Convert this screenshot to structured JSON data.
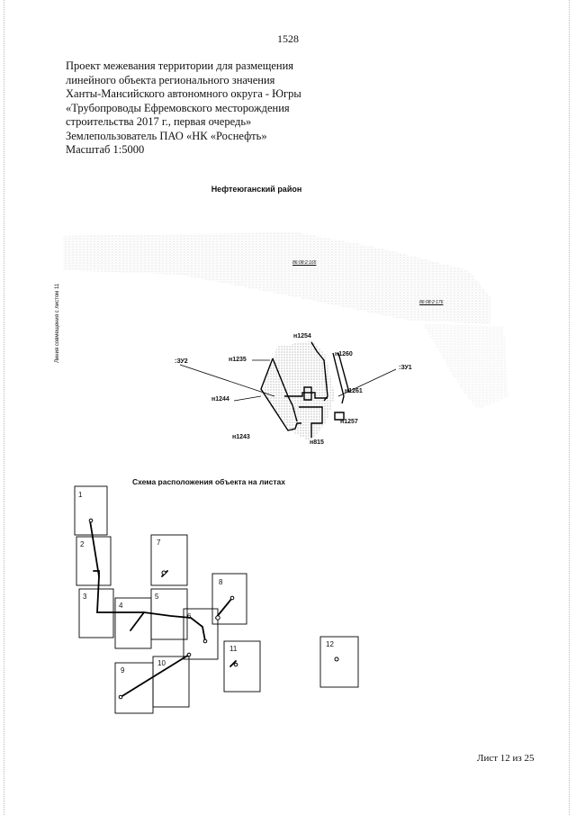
{
  "page_number": "1528",
  "title_lines": [
    "Проект межевания территории для размещения",
    "линейного объекта регионального значения",
    "Ханты-Мансийского автономного округа - Югры",
    "«Трубопроводы Ефремовского месторождения",
    "строительства 2017 г., первая очередь»",
    "Землепользователь ПАО «НК «Роснефть»",
    "Масштаб 1:5000"
  ],
  "district": "Нефтеюганский район",
  "side_label": "Линия совмещения с листом 11",
  "cadastral": [
    "86:08:2:165",
    "86:08:2:176"
  ],
  "points": {
    "p1254": "н1254",
    "p1260": "н1260",
    "p1235": "н1235",
    "p1244": "н1244",
    "p1261": "н1261",
    "p1257": "н1257",
    "p1243": "н1243",
    "p815": "н815",
    "zu2": ":ЗУ2",
    "zu1": ":ЗУ1"
  },
  "scheme_title": "Схема расположения объекта на листах",
  "sheets": [
    "1",
    "2",
    "3",
    "4",
    "5",
    "6",
    "7",
    "8",
    "9",
    "10",
    "11",
    "12"
  ],
  "footer": "Лист 12 из 25"
}
